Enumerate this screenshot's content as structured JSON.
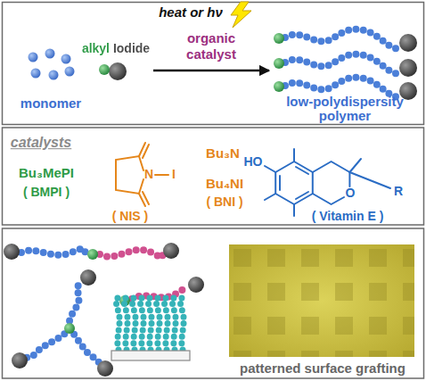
{
  "diagram": {
    "nodes": [
      {
        "text": [
          "monomer"
        ]
      },
      {
        "text": [
          "alkyl Iodide"
        ]
      },
      {
        "text": [
          "low-polydispersity polymer"
        ]
      }
    ],
    "edges": [
      {
        "from": 1,
        "to": 2,
        "arrow": "to",
        "label": "organic catalyst"
      }
    ],
    "labels": [
      "heat or hν",
      "catalysts",
      "Bu₃MePI",
      "( BMPI )",
      "N",
      "I",
      "( NIS )",
      "Bu₃N",
      "Bu₄NI",
      "( BNI )",
      "HO",
      "O",
      "R",
      "( Vitamin E )",
      "patterned surface grafting"
    ]
  }
}
